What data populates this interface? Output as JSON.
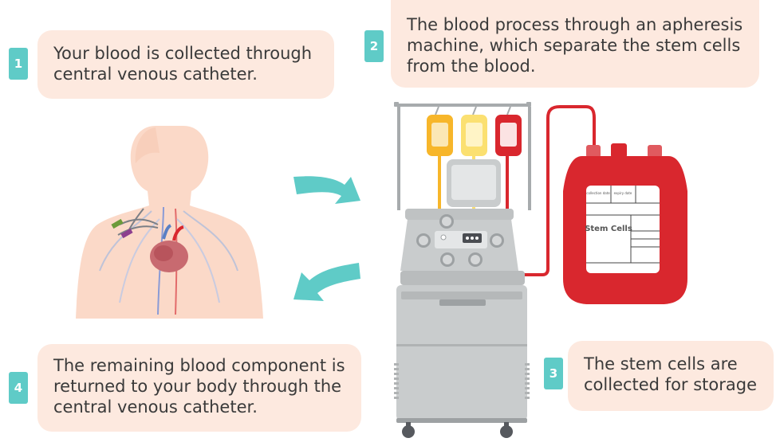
{
  "steps": [
    {
      "number": "1",
      "text": "Your blood is collected through\ncentral venous catheter."
    },
    {
      "number": "2",
      "text": "The blood process through an apheresis\nmachine, which separate the stem cells\nfrom the blood."
    },
    {
      "number": "3",
      "text": "The stem cells are\ncollected for storage"
    },
    {
      "number": "4",
      "text": "The remaining blood component is\nreturned to your body through the\ncentral venous catheter."
    }
  ],
  "bag": {
    "title": "Stem Cells",
    "small_label_1": "collection date",
    "small_label_2": "expiry date"
  },
  "colors": {
    "callout": "#fde9df",
    "badge": "#5fcbc7",
    "arrow": "#5fcbc7",
    "blood": "#d9272e",
    "machine": "#c9cccd"
  }
}
